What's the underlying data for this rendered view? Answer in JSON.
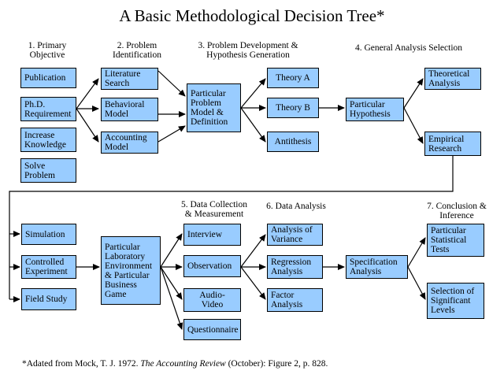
{
  "title": "A Basic Methodological Decision Tree*",
  "headers": {
    "primary": [
      "1. Primary",
      "Objective"
    ],
    "problem_id": [
      "2. Problem",
      "Identification"
    ],
    "problem_dev": [
      "3. Problem Development &",
      "Hypothesis Generation"
    ],
    "general_analysis": "4. General Analysis Selection",
    "data_collection": [
      "5. Data Collection",
      "& Measurement"
    ],
    "data_analysis": "6. Data Analysis",
    "conclusion": [
      "7.  Conclusion &",
      "Inference"
    ]
  },
  "boxes": {
    "publication": [
      "Publication"
    ],
    "phd": [
      "Ph.D.",
      "Requirement"
    ],
    "knowledge": [
      "Increase",
      "Knowledge"
    ],
    "solve": [
      "Solve",
      "Problem"
    ],
    "literature": [
      "Literature",
      "Search"
    ],
    "behavioral": [
      "Behavioral",
      "Model"
    ],
    "accounting": [
      "Accounting",
      "Model"
    ],
    "particular_problem": [
      "Particular",
      "Problem",
      "Model &",
      "Definition"
    ],
    "theory_a": [
      "Theory A"
    ],
    "theory_b": [
      "Theory B"
    ],
    "antithesis": [
      "Antithesis"
    ],
    "hypothesis": [
      "Particular",
      "Hypothesis"
    ],
    "theoretical": [
      "Theoretical",
      "Analysis"
    ],
    "empirical": [
      "Empirical",
      "Research"
    ],
    "simulation": [
      "Simulation"
    ],
    "controlled": [
      "Controlled",
      "Experiment"
    ],
    "field": [
      "Field Study"
    ],
    "lab": [
      "Particular",
      "Laboratory",
      "Environment",
      "& Particular",
      "Business",
      "Game"
    ],
    "interview": [
      "Interview"
    ],
    "observation": [
      "Observation"
    ],
    "audio": [
      "Audio-",
      "Video"
    ],
    "questionnaire": [
      "Questionnaire"
    ],
    "variance": [
      "Analysis of",
      "Variance"
    ],
    "regression": [
      "Regression",
      "Analysis"
    ],
    "factor": [
      "Factor",
      "Analysis"
    ],
    "specification": [
      "Specification",
      "Analysis"
    ],
    "stat_tests": [
      "Particular",
      "Statistical",
      "Tests"
    ],
    "significant": [
      "Selection of",
      "Significant",
      "Levels"
    ]
  },
  "footnote": {
    "pre": "*Adated from Mock, T. J. 1972. ",
    "journal": "The Accounting Review",
    "post": " (October): Figure 2, p. 828."
  }
}
